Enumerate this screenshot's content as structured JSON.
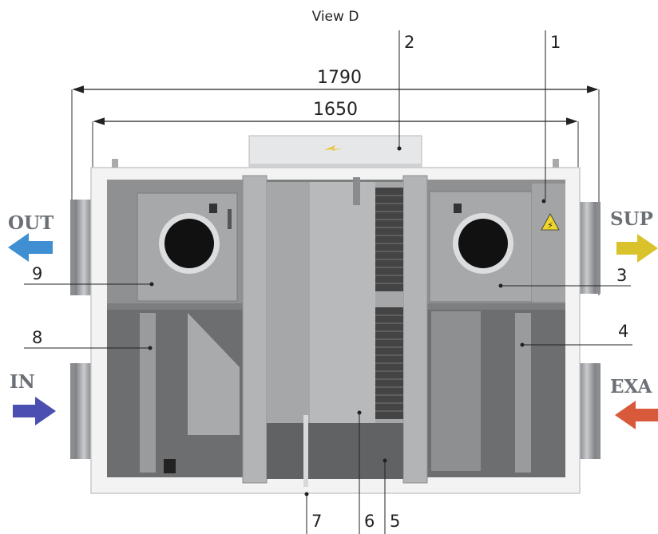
{
  "view_title": "View D",
  "dimensions": {
    "overall": "1790",
    "inner": "1650"
  },
  "callouts": [
    "1",
    "2",
    "3",
    "4",
    "5",
    "6",
    "7",
    "8",
    "9"
  ],
  "flows": {
    "out": {
      "label": "OUT",
      "color": "#3f8fd2"
    },
    "sup": {
      "label": "SUP",
      "color": "#d9c22c"
    },
    "in": {
      "label": "IN",
      "color": "#4a4fb0"
    },
    "exa": {
      "label": "EXA",
      "color": "#d85a3a"
    }
  },
  "warning_sign": "⚡"
}
